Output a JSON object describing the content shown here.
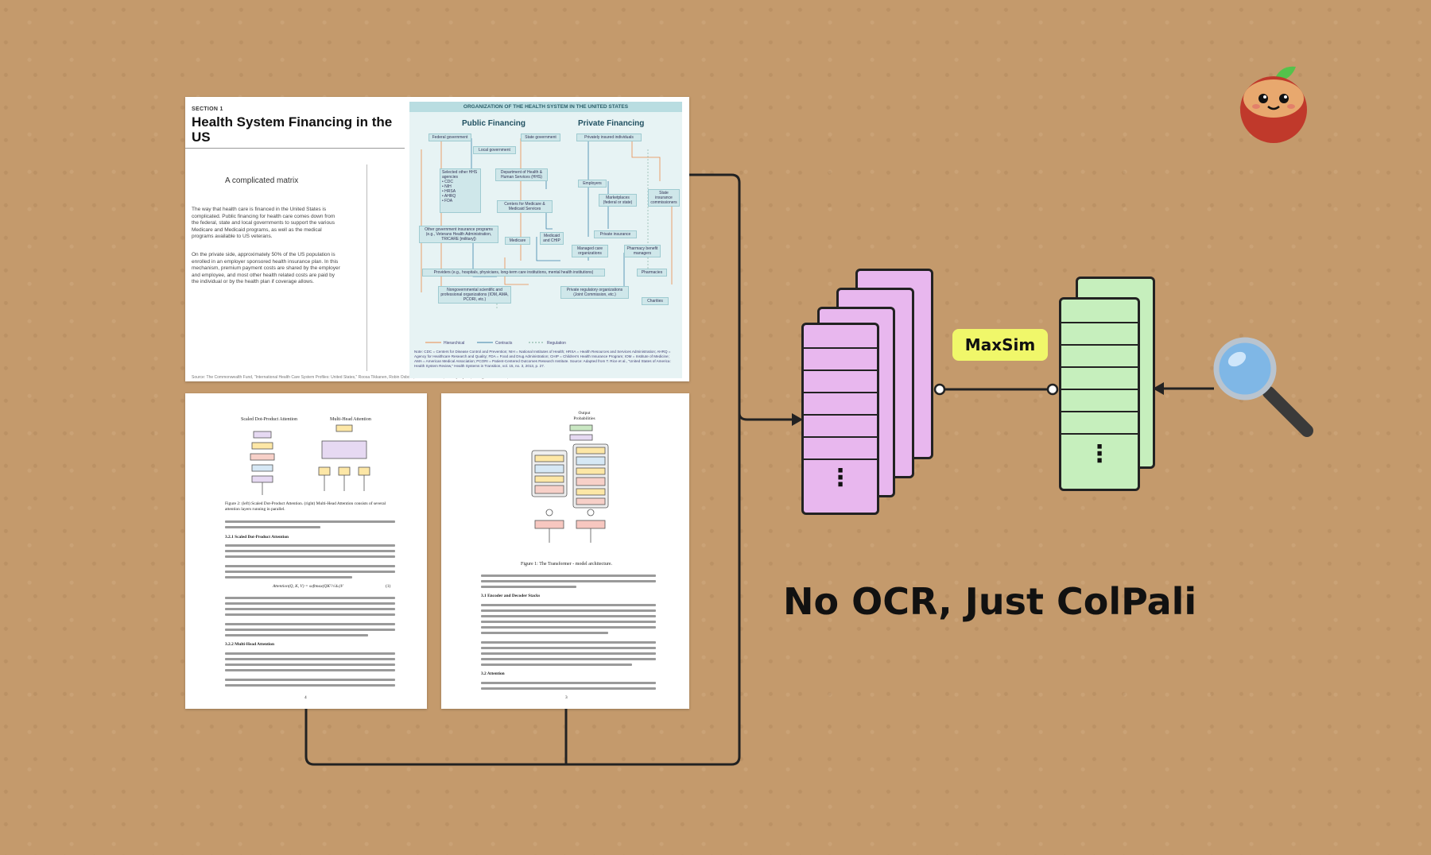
{
  "page1": {
    "section_label": "SECTION 1",
    "title": "Health System Financing in the US",
    "subtitle": "A complicated matrix",
    "paragraph1": "The way that health care is financed in the United States is complicated. Public financing for health care comes down from the federal, state and local governments to support the various Medicare and Medicaid programs, as well as the medical programs available to US veterans.",
    "paragraph2": "On the private side, approximately 50% of the US population is enrolled in an employer sponsored health insurance plan. In this mechanism, premium payment costs are shared by the employer and employee, and most other health related costs are paid by the individual or by the health plan if coverage allows.",
    "source": "Source: The Commonwealth Fund, \"International Health Care System Profiles: United States,\" Roosa Tikkanen, Robin Osborn, Elias Mossialos, Ana Djordjevic, George A. Wharton, June 5...",
    "org_header": "ORGANIZATION OF THE HEALTH SYSTEM IN THE UNITED STATES",
    "public_financing": "Public Financing",
    "private_financing": "Private Financing",
    "boxes": {
      "federal": "Federal government",
      "state": "State government",
      "local": "Local government",
      "privately_insured": "Privately insured individuals",
      "hhs_agencies": "Selected other HHS agencies\n• CDC\n• NIH\n• HRSA\n• AHRQ\n• FDA",
      "dhhs": "Department of Health & Human Services (HHS)",
      "cms": "Centers for Medicare & Medicaid Services",
      "employers": "Employers",
      "marketplaces": "Marketplaces (federal or state)",
      "state_ins": "State insurance commissioners",
      "other_gov": "Other government insurance programs (e.g., Veterans Health Administration, TRICARE [military])",
      "medicare": "Medicare",
      "medicaid": "Medicaid and CHIP",
      "private_ins": "Private insurance",
      "managed_care": "Managed care organizations",
      "pbm": "Pharmacy benefit managers",
      "providers": "Providers (e.g., hospitals, physicians, long-term care institutions, mental health institutions)",
      "pharmacies": "Pharmacies",
      "nongov": "Nongovernmental scientific and professional organizations (IOM, AMA, PCORI, etc.)",
      "regulatory": "Private regulatory organizations (Joint Commission, etc.)",
      "charities": "Charities"
    },
    "legend": [
      "Hierarchical",
      "Contracts",
      "Regulation"
    ],
    "note": "Note: CDC = Centers for Disease Control and Prevention; NIH = National Institutes of Health; HRSA = Health Resources and Services Administration; AHRQ = Agency for Healthcare Research and Quality; FDA = Food and Drug Administration; CHIP = Children's Health Insurance Program; IOM = Institute of Medicine; AMA = American Medical Association; PCORI = Patient-Centered Outcomes Research Institute. Source: Adapted from T. Rice et al., \"United States of America: Health System Review,\" Health Systems in Transition, vol. 15, no. 3, 2013, p. 27."
  },
  "page2": {
    "label_sdpa": "Scaled Dot-Product Attention",
    "label_mha": "Multi-Head Attention",
    "caption": "Figure 2: (left) Scaled Dot-Product Attention. (right) Multi-Head Attention consists of several attention layers running in parallel.",
    "h_sdpa": "3.2.1    Scaled Dot-Product Attention",
    "formula": "Attention(Q, K, V) = softmax(QKᵀ/√dₖ)V",
    "formula_num": "(1)",
    "h_mha": "3.2.2    Multi-Head Attention",
    "page_no": "4"
  },
  "page3": {
    "caption": "Figure 1: The Transformer - model architecture.",
    "h_stacks": "3.1    Encoder and Decoder Stacks",
    "h_attention": "3.2    Attention",
    "top_label": "Output Probabilities",
    "page_no": "3"
  },
  "maxsim_label": "MaxSim",
  "tagline": "No OCR, Just ColPali",
  "colors": {
    "background": "#c49a6c",
    "pink_card": "#e8b7ee",
    "green_card": "#c6efbd",
    "maxsim_bg": "#f0f76a",
    "magnifier_lens": "#7fb7e6"
  },
  "icons": [
    "mascot-icon",
    "magnifier-icon",
    "arrow-icon"
  ]
}
